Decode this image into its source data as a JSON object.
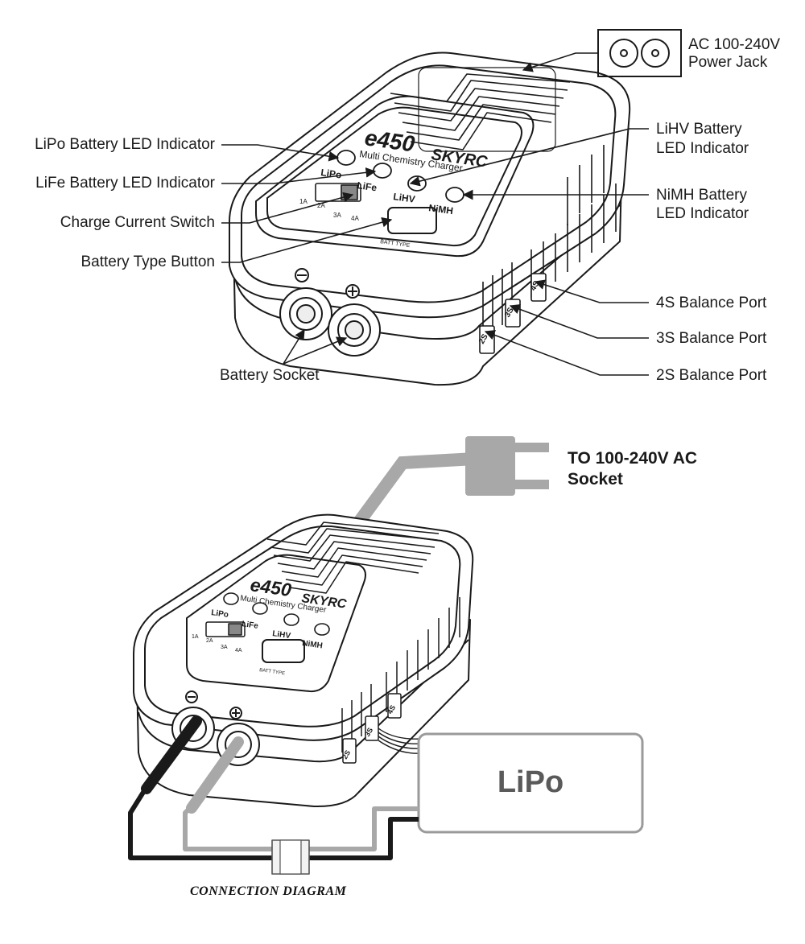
{
  "top_diagram": {
    "labels": {
      "ac_jack_line1": "AC 100-240V",
      "ac_jack_line2": "Power Jack",
      "lipo_led": "LiPo Battery LED Indicator",
      "life_led": "LiFe Battery LED Indicator",
      "charge_switch": "Charge Current Switch",
      "batt_type_button": "Battery Type Button",
      "lihv_led_line1": "LiHV Battery",
      "lihv_led_line2": "LED Indicator",
      "nimh_led_line1": "NiMH Battery",
      "nimh_led_line2": "LED Indicator",
      "port_4s": "4S Balance Port",
      "port_3s": "3S Balance Port",
      "port_2s": "2S Balance Port",
      "battery_socket": "Battery Socket"
    }
  },
  "charger_face": {
    "model": "e450",
    "brand": "SKYRC",
    "subtitle": "Multi Chemistry Charger",
    "led_lipo": "LiPo",
    "led_life": "LiFe",
    "led_lihv": "LiHV",
    "led_nimh": "NiMH",
    "amp_1": "1A",
    "amp_2": "2A",
    "amp_3": "3A",
    "amp_4": "4A",
    "button": "BATT TYPE",
    "port_2s": "2S",
    "port_3s": "3S",
    "port_4s": "4S"
  },
  "bottom_diagram": {
    "plug_label_line1": "TO 100-240V AC",
    "plug_label_line2": "Socket",
    "battery_label": "LiPo",
    "caption": "CONNECTION DIAGRAM"
  },
  "colors": {
    "line": "#1a1a1a",
    "cable_gray": "#a8a8a8",
    "cable_black": "#1a1a1a",
    "battery_stroke": "#9a9a9a",
    "battery_text": "#5a5a5a"
  }
}
